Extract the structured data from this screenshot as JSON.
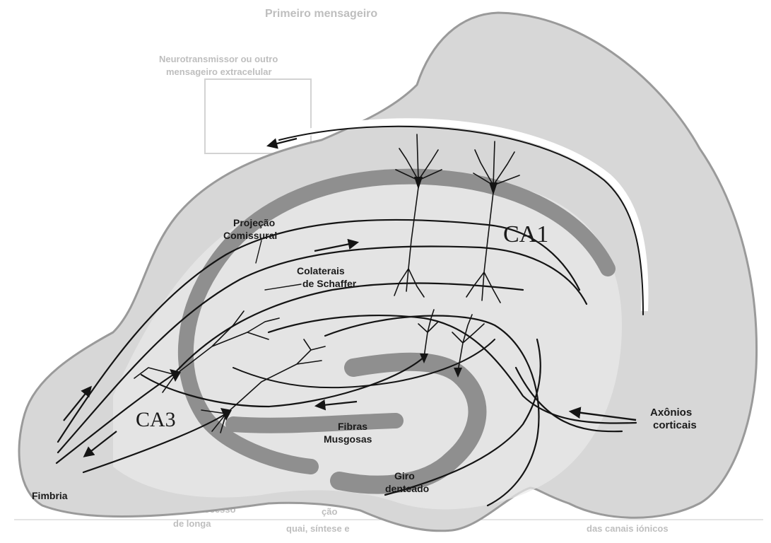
{
  "background_text": {
    "top_heading": "Primeiro mensageiro",
    "top_note_line1": "Neurotransmissor ou outro",
    "top_note_line2": "mensageiro extracelular",
    "bottom_left_1": "Processo",
    "bottom_left_2": "de longa",
    "bottom_mid": "ção",
    "bottom_mid_2": "quai, síntese e",
    "bottom_right_1": "das canais iónicos"
  },
  "labels": {
    "ca1": "CA1",
    "ca3": "CA3",
    "projecao_line1": "Projeção",
    "projecao_line2": "Comissural",
    "colaterais_line1": "Colaterais",
    "colaterais_line2": "de Schaffer",
    "fibras_line1": "Fibras",
    "fibras_line2": "Musgosas",
    "axonios_line1": "Axônios",
    "axonios_line2": "corticais",
    "giro_line1": "Giro",
    "giro_line2": "denteado",
    "fimbria": "Fimbria"
  },
  "colors": {
    "tissue": "#d7d7d7",
    "tissue_edge": "#9a9a9a",
    "cell_layer": "#8f8f8f",
    "ink": "#141414",
    "paper": "#ffffff"
  }
}
